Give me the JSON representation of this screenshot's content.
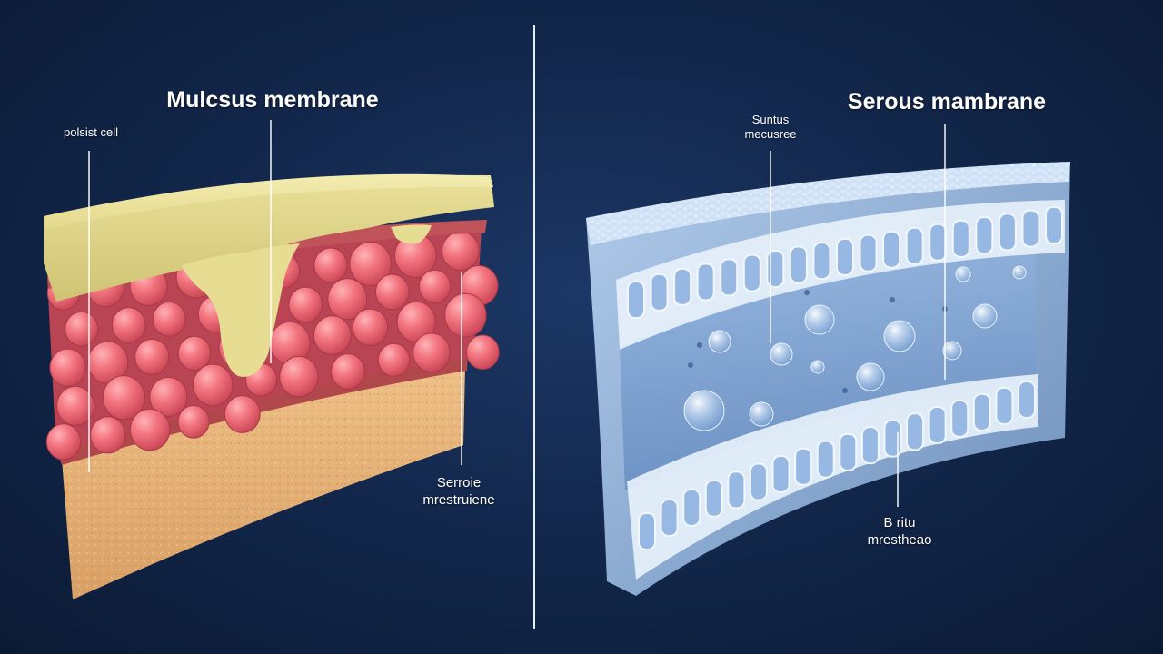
{
  "left_panel": {
    "title": "Mulcsus membrane",
    "callout_top_left": "polsist cell",
    "callout_right_line1": "Serroie",
    "callout_right_line2": "mrestruiene"
  },
  "right_panel": {
    "title": "Serous mambrane",
    "callout_top_line1": "Suntus",
    "callout_top_line2": "mecusree",
    "callout_bottom_line1": "B ritu",
    "callout_bottom_line2": "mrestheao"
  },
  "colors": {
    "background": "#13284d",
    "mucus_yellow": "#e9e09a",
    "cell_pink": "#ef6d79",
    "connective_tan": "#e8b67d",
    "serous_blue": "#a9c8ea",
    "divider": "#e8eef8"
  }
}
